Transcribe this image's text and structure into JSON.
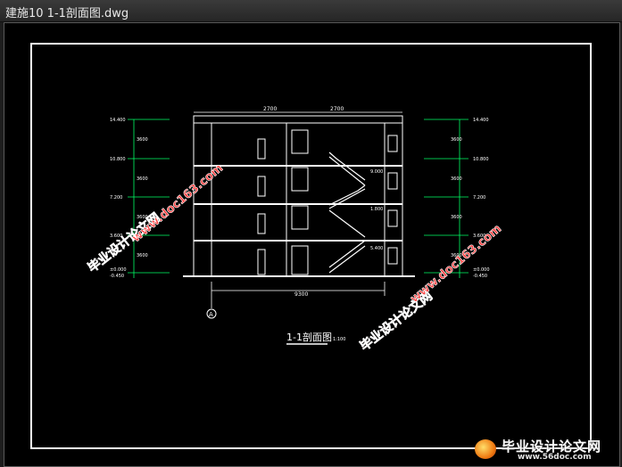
{
  "window": {
    "title": "建施10 1-1剖面图.dwg"
  },
  "drawing": {
    "section_title": "1-1剖面图",
    "scale_note": "1:100",
    "axis_label": "A",
    "overall_dim": "9300",
    "top_dims": [
      "2700",
      "2700"
    ],
    "left_elevations": [
      "14.400",
      "10.800",
      "7.200",
      "3.600",
      "±0.000",
      "-0.450"
    ],
    "right_elevations": [
      "14.400",
      "10.800",
      "7.200",
      "3.600",
      "±0.000",
      "-0.450"
    ],
    "left_dims": [
      "3600",
      "3600",
      "3600",
      "3600"
    ],
    "right_dims": [
      "3600",
      "3600",
      "3600",
      "3600"
    ],
    "landing_marks": [
      "1.800",
      "5.400",
      "9.000"
    ]
  },
  "watermarks": {
    "site_cn": "毕业设计论文网",
    "url": "www.doc163.com"
  },
  "logo": {
    "text_cn": "毕业设计论文网",
    "url": "www.56doc.com"
  },
  "colors": {
    "canvas": "#000000",
    "lines": "#ffffff",
    "dims": "#00ff66",
    "watermark": "#ff4141"
  }
}
